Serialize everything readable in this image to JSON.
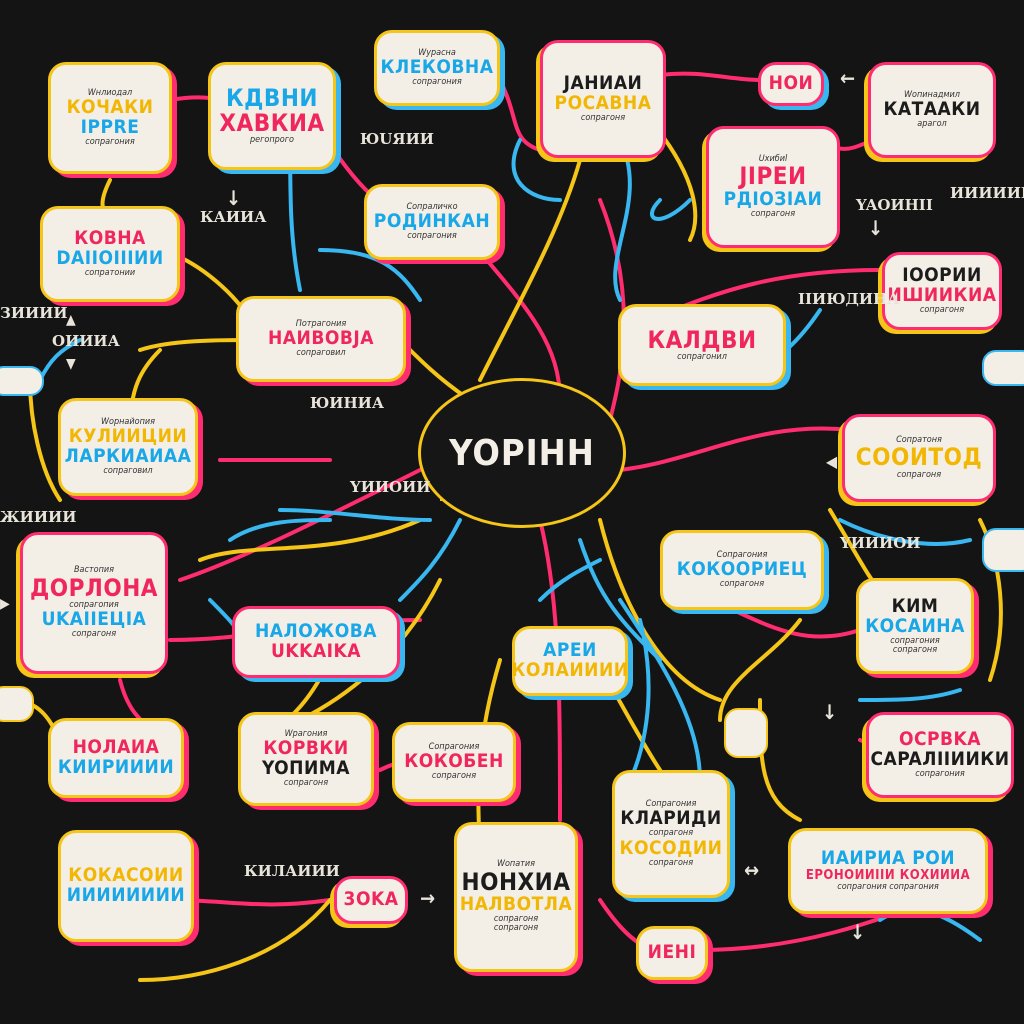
{
  "hub": {
    "label": "YOPIHH"
  },
  "nodes": {
    "n01": {
      "small": "Wнлиодал",
      "t1": "КОЧАКИ",
      "t2": "IPPRE",
      "sub": "сопрагония"
    },
    "n02": {
      "t1": "КДВНИ",
      "t2": "ХАВКИА",
      "sub": "регопрого"
    },
    "n03": {
      "small": "Wурасна",
      "t1": "КЛЕКОВНА",
      "sub": "сопрагония"
    },
    "n04": {
      "t1": "JAHИAИ",
      "t2": "POCABHA",
      "sub": "сопрагоня"
    },
    "n05": {
      "t1": "HOИ"
    },
    "n06": {
      "small": "Wопинадмил",
      "t1": "КАТААКИ",
      "sub": "арагол"
    },
    "n07": {
      "small": "Uхибиl",
      "t1": "JIPEИ",
      "t2": "PДIОЗIAИ",
      "sub": "сопрагоня"
    },
    "n08": {
      "t1": "КОВНА",
      "t2": "DAIIOIIIИИ",
      "sub": "сопратонии"
    },
    "n09": {
      "small": "Сопраличко",
      "t1": "POДИНКАН",
      "sub": "сопрагония"
    },
    "n10": {
      "t1": "IOOPИИ",
      "t2": "ИШИИКИА",
      "sub": "сопрагоня"
    },
    "n11": {
      "small": "Потрагония",
      "t1": "HAИВОВJA",
      "sub": "сопраговил"
    },
    "n12": {
      "t1": "КАЛДВИ",
      "sub": "сопрагонил"
    },
    "n13": {
      "small": "Wорнайопия",
      "t1": "КУЛИИЦИИ",
      "t2": "ЛАРКИАИАА",
      "sub": "сопраговил"
    },
    "n14": {
      "small": "Сопратоня",
      "t1": "COOИTOД",
      "sub": "сопрагоня"
    },
    "n15": {
      "small": "Вастопия",
      "t1": "ДOPЛOHA",
      "sub1": "сопрагопия",
      "t2": "UKAIIEЦIA",
      "sub2": "сопрагоня"
    },
    "n16": {
      "small": "Сопрагония",
      "t1": "КОКООРИЕЦ",
      "sub": "сопрагоня"
    },
    "n17": {
      "t1": "HAЛOЖOBA",
      "t2": "UKKAIKA"
    },
    "n18": {
      "t1": "APEИ",
      "t2": "КОЛАИИИИ"
    },
    "n19": {
      "t1": "КИМ",
      "t2": "КОСАИНА",
      "sub1": "сопрагония",
      "sub2": "сопрагоня"
    },
    "n20": {
      "t1": "HOЛAИA",
      "t2": "КИИPИИИИ"
    },
    "n21": {
      "small": "Wрагония",
      "t1": "КОРВКИ",
      "t2": "YOПИМA",
      "sub": "сопрагоня"
    },
    "n22": {
      "small": "Сопрагония",
      "t1": "КОКОБЕН",
      "sub": "сопрагоня"
    },
    "n23": {
      "t1": "OCPBKA",
      "t2": "CAPAЛIIИИКИ",
      "sub": "сопрагония"
    },
    "n24": {
      "small": "Сопрагония",
      "t1": "КЛАРИДИ",
      "sub1": "сопрагоня",
      "t2": "КОСОДИИ",
      "sub2": "сопрагоня"
    },
    "n25": {
      "t1": "КОКАСОИИ",
      "t2": "ИИИИИИИИ"
    },
    "n26": {
      "t1": "3OKA"
    },
    "n27": {
      "small": "Wопатия",
      "t1": "HOHXИA",
      "t2": "HAЛBOTЛA",
      "sub1": "сопрагоня",
      "sub2": "сопрагоня"
    },
    "n28": {
      "t1": "ИAИPИA POИ",
      "t2": "EPOHOИИIIИ КОХИИИА",
      "sub": "сопрагония сопрагония"
    },
    "n29": {
      "t1": "ИEHI"
    }
  },
  "floating": {
    "f01": "КАИИА",
    "f02": "ЮUЯИИ",
    "f03": "YAOИHII",
    "f04": "IIИЮДИНА",
    "f05": "ЮИНИА",
    "f06": "YИИОИИ",
    "f07": "YИИИОИ",
    "f08": "КИЛАИИИ",
    "f09": "ОИИИА",
    "f10": "ЗИИИИ",
    "f11": "ЖИИИИ",
    "f12": "ИИИИИИИ"
  },
  "colors": {
    "background": "#141414",
    "card": "#f3efe6",
    "yellow": "#f5c518",
    "pink": "#ff2d6f",
    "blue": "#39b7f0",
    "hub_text": "#f3efe6"
  }
}
